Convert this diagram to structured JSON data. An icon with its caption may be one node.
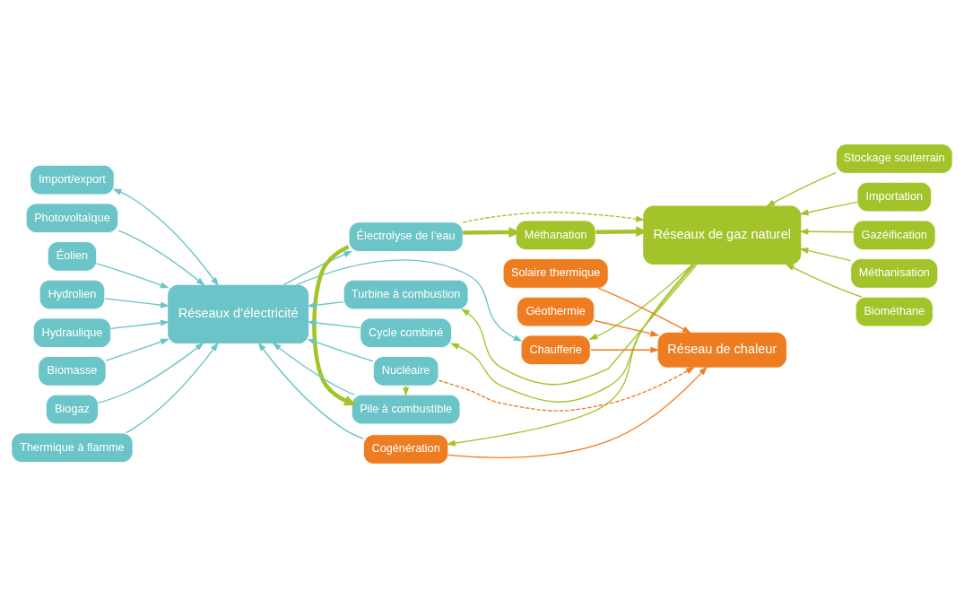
{
  "diagram": {
    "nodes": [
      {
        "text": [
          "Réseaux d’électricité"
        ]
      },
      {
        "text": [
          "Réseaux de gaz naturel"
        ]
      },
      {
        "text": [
          "Réseau de chaleur"
        ]
      },
      {
        "text": [
          "Import/export"
        ]
      },
      {
        "text": [
          "Photovoltaïque"
        ]
      },
      {
        "text": [
          "Éolien"
        ]
      },
      {
        "text": [
          "Hydrolien"
        ]
      },
      {
        "text": [
          "Hydraulique"
        ]
      },
      {
        "text": [
          "Biomasse"
        ]
      },
      {
        "text": [
          "Biogaz"
        ]
      },
      {
        "text": [
          "Thermique à flamme"
        ]
      },
      {
        "text": [
          "Électrolyse de l’eau"
        ]
      },
      {
        "text": [
          "Méthanation"
        ]
      },
      {
        "text": [
          "Pile à combustible"
        ]
      },
      {
        "text": [
          "Turbine à combustion"
        ]
      },
      {
        "text": [
          "Cycle combiné"
        ]
      },
      {
        "text": [
          "Nucléaire"
        ]
      },
      {
        "text": [
          "Chaufferie"
        ]
      },
      {
        "text": [
          "Cogénération"
        ]
      },
      {
        "text": [
          "Stockage souterrain"
        ]
      },
      {
        "text": [
          "Importation"
        ]
      },
      {
        "text": [
          "Gazéification"
        ]
      },
      {
        "text": [
          "Méthanisation"
        ]
      },
      {
        "text": [
          "Biométhane"
        ]
      },
      {
        "text": [
          "Solaire thermique"
        ]
      },
      {
        "text": [
          "Géothermie"
        ]
      }
    ],
    "edges": [
      {
        "from": 3,
        "to": 0,
        "arrow": "both"
      },
      {
        "from": 4,
        "to": 0,
        "arrow": "to"
      },
      {
        "from": 5,
        "to": 0,
        "arrow": "to"
      },
      {
        "from": 6,
        "to": 0,
        "arrow": "to"
      },
      {
        "from": 7,
        "to": 0,
        "arrow": "to"
      },
      {
        "from": 8,
        "to": 0,
        "arrow": "to"
      },
      {
        "from": 9,
        "to": 0,
        "arrow": "to"
      },
      {
        "from": 10,
        "to": 0,
        "arrow": "to"
      },
      {
        "from": 0,
        "to": 11,
        "arrow": "to"
      },
      {
        "from": 11,
        "to": 1,
        "arrow": "to",
        "style": "dashed",
        "color": "#a2c42a"
      },
      {
        "from": 11,
        "to": 12,
        "arrow": "to",
        "style": "thick",
        "color": "#a2c42a"
      },
      {
        "from": 11,
        "to": 13,
        "arrow": "to",
        "style": "thick",
        "color": "#a2c42a"
      },
      {
        "from": 12,
        "to": 1,
        "arrow": "to",
        "style": "thick",
        "color": "#a2c42a"
      },
      {
        "from": 13,
        "to": 0,
        "arrow": "to"
      },
      {
        "from": 1,
        "to": 14,
        "arrow": "to",
        "color": "#a2c42a"
      },
      {
        "from": 14,
        "to": 0,
        "arrow": "to"
      },
      {
        "from": 1,
        "to": 15,
        "arrow": "to",
        "color": "#a2c42a"
      },
      {
        "from": 15,
        "to": 0,
        "arrow": "to"
      },
      {
        "from": 16,
        "to": 0,
        "arrow": "to"
      },
      {
        "from": 16,
        "to": 13,
        "arrow": "to",
        "style": "dashed",
        "color": "#a2c42a"
      },
      {
        "from": 16,
        "to": 2,
        "arrow": "to",
        "style": "dashed",
        "color": "#ee7d22"
      },
      {
        "from": 0,
        "to": 17,
        "arrow": "to"
      },
      {
        "from": 1,
        "to": 17,
        "arrow": "to",
        "color": "#a2c42a"
      },
      {
        "from": 17,
        "to": 2,
        "arrow": "to",
        "color": "#ee7d22"
      },
      {
        "from": 1,
        "to": 18,
        "arrow": "to",
        "color": "#a2c42a"
      },
      {
        "from": 18,
        "to": 0,
        "arrow": "to"
      },
      {
        "from": 18,
        "to": 2,
        "arrow": "to",
        "color": "#ee7d22"
      },
      {
        "from": 19,
        "to": 1,
        "arrow": "to",
        "color": "#a2c42a"
      },
      {
        "from": 20,
        "to": 1,
        "arrow": "to",
        "color": "#a2c42a"
      },
      {
        "from": 21,
        "to": 1,
        "arrow": "to",
        "color": "#a2c42a"
      },
      {
        "from": 22,
        "to": 1,
        "arrow": "to",
        "color": "#a2c42a"
      },
      {
        "from": 23,
        "to": 1,
        "arrow": "to",
        "color": "#a2c42a"
      },
      {
        "from": 24,
        "to": 2,
        "arrow": "to",
        "color": "#ee7d22"
      },
      {
        "from": 25,
        "to": 2,
        "arrow": "to",
        "color": "#ee7d22"
      }
    ]
  }
}
